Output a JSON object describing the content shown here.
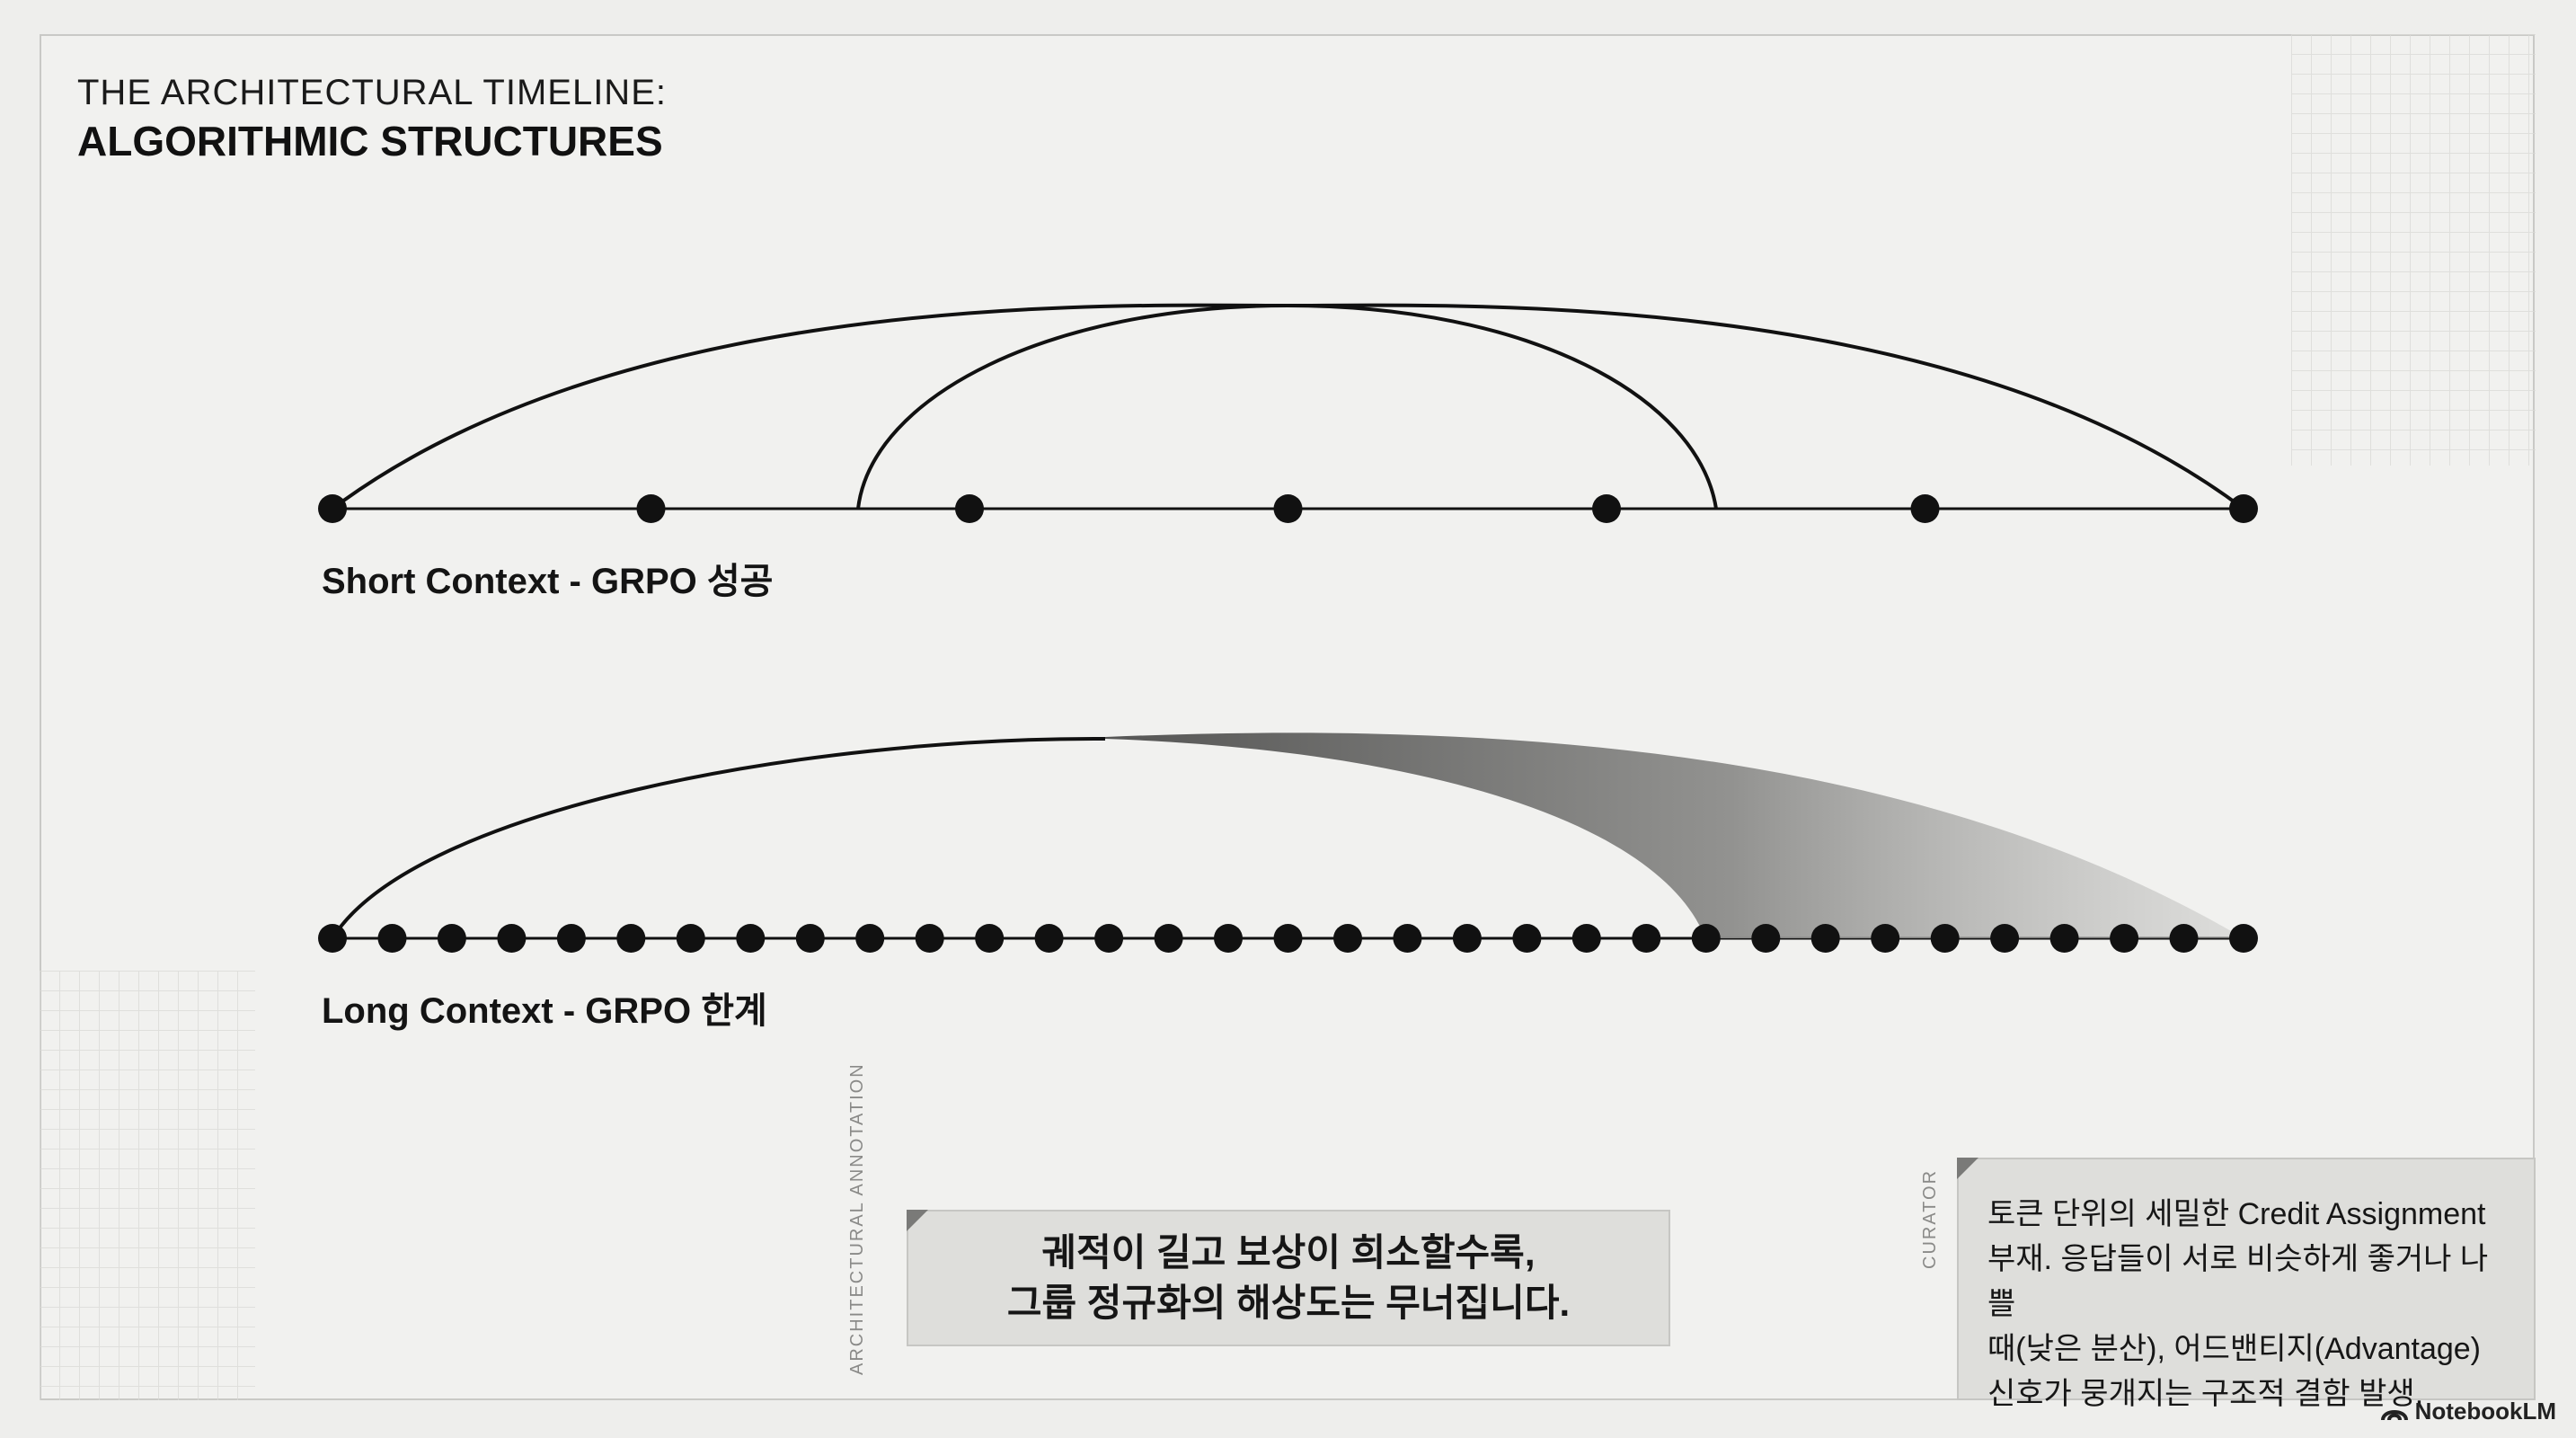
{
  "header": {
    "line1": "THE ARCHITECTURAL TIMELINE:",
    "line2": "ALGORITHMIC STRUCTURES"
  },
  "diagram": {
    "short_row": {
      "label": "Short Context - GRPO 성공",
      "node_count": 7
    },
    "long_row": {
      "label": "Long Context - GRPO 한계",
      "node_count": 33
    }
  },
  "annotation": {
    "side_tag": "ARCHITECTURAL ANNOTATION",
    "text": "궤적이 길고 보상이 희소할수록,\n그룹 정규화의 해상도는 무너집니다."
  },
  "curator": {
    "side_tag": "CURATOR",
    "text": "토큰 단위의 세밀한 Credit Assignment\n부재. 응답들이 서로 비슷하게 좋거나 나쁠\n때(낮은 분산), 어드밴티지(Advantage)\n신호가 뭉개지는 구조적 결함 발생."
  },
  "brand": {
    "name": "NotebookLM",
    "icon": "notebooklm-logo-icon"
  },
  "colors": {
    "ink": "#111111",
    "paper": "#f1f1ef",
    "card": "#dededb",
    "fade": "#9a9a98"
  }
}
